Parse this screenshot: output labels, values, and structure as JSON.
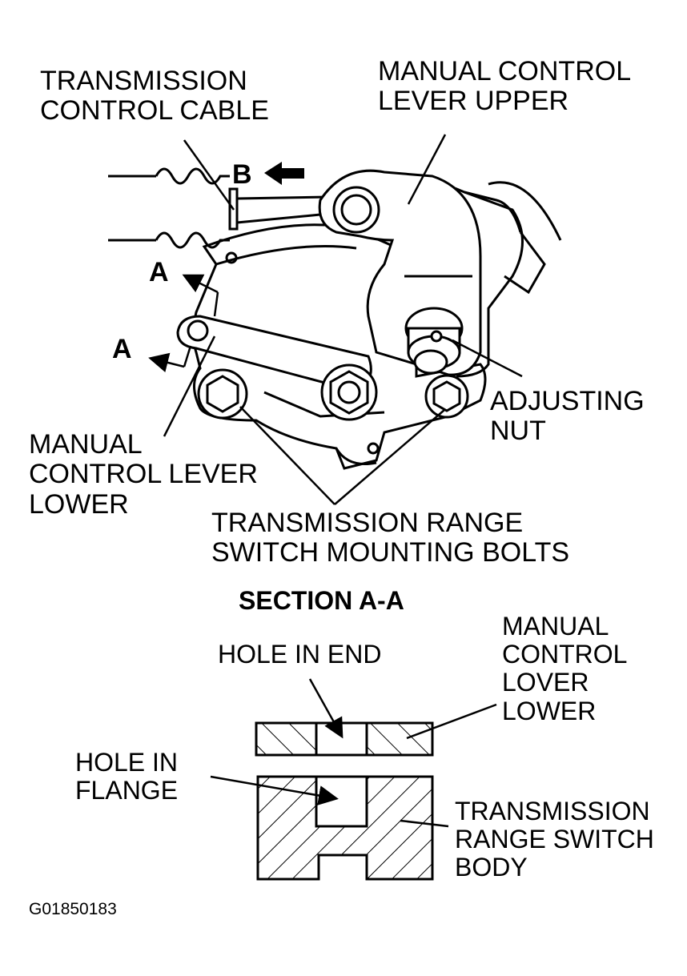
{
  "labels": {
    "transmission_control_cable": [
      "TRANSMISSION",
      "CONTROL CABLE"
    ],
    "manual_control_lever_upper": [
      "MANUAL CONTROL",
      "LEVER UPPER"
    ],
    "adjusting_nut": [
      "ADJUSTING",
      "NUT"
    ],
    "manual_control_lever_lower": [
      "MANUAL",
      "CONTROL LEVER",
      "LOWER"
    ],
    "mounting_bolts": [
      "TRANSMISSION RANGE",
      "SWITCH MOUNTING BOLTS"
    ],
    "arrow_b": "B",
    "arrow_a_upper": "A",
    "arrow_a_lower": "A",
    "section_title": "SECTION A-A",
    "hole_in_end": "HOLE IN END",
    "manual_control_lover_lower": [
      "MANUAL",
      "CONTROL",
      "LOVER",
      "LOWER"
    ],
    "hole_in_flange": [
      "HOLE IN",
      "FLANGE"
    ],
    "range_switch_body": [
      "TRANSMISSION",
      "RANGE SWITCH",
      "BODY"
    ],
    "figure_id": "G01850183"
  },
  "colors": {
    "ink": "#000000",
    "paper": "#ffffff"
  }
}
